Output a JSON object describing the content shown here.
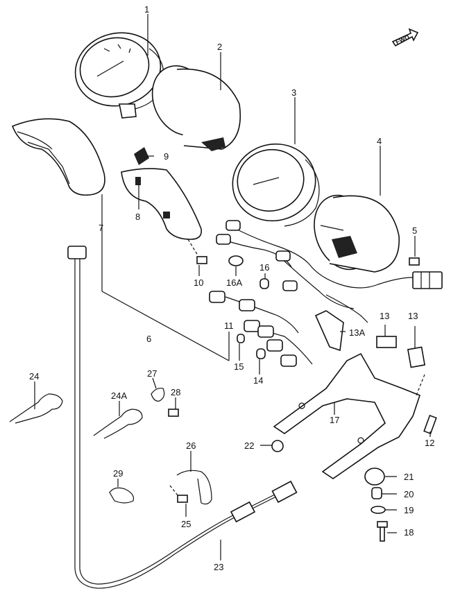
{
  "diagram": {
    "fwd_label": "FWD",
    "callouts": [
      {
        "id": "c1",
        "text": "1"
      },
      {
        "id": "c2",
        "text": "2"
      },
      {
        "id": "c3",
        "text": "3"
      },
      {
        "id": "c4",
        "text": "4"
      },
      {
        "id": "c5",
        "text": "5"
      },
      {
        "id": "c6",
        "text": "6"
      },
      {
        "id": "c7",
        "text": "7"
      },
      {
        "id": "c8",
        "text": "8"
      },
      {
        "id": "c9",
        "text": "9"
      },
      {
        "id": "c10",
        "text": "10"
      },
      {
        "id": "c11",
        "text": "11"
      },
      {
        "id": "c12",
        "text": "12"
      },
      {
        "id": "c13a",
        "text": "13"
      },
      {
        "id": "c13b",
        "text": "13"
      },
      {
        "id": "c13A",
        "text": "13A"
      },
      {
        "id": "c14",
        "text": "14"
      },
      {
        "id": "c15",
        "text": "15"
      },
      {
        "id": "c16",
        "text": "16"
      },
      {
        "id": "c16A",
        "text": "16A"
      },
      {
        "id": "c17",
        "text": "17"
      },
      {
        "id": "c18",
        "text": "18"
      },
      {
        "id": "c19",
        "text": "19"
      },
      {
        "id": "c20",
        "text": "20"
      },
      {
        "id": "c21",
        "text": "21"
      },
      {
        "id": "c22",
        "text": "22"
      },
      {
        "id": "c23",
        "text": "23"
      },
      {
        "id": "c24",
        "text": "24"
      },
      {
        "id": "c24A",
        "text": "24A"
      },
      {
        "id": "c25",
        "text": "25"
      },
      {
        "id": "c26",
        "text": "26"
      },
      {
        "id": "c27",
        "text": "27"
      },
      {
        "id": "c28",
        "text": "28"
      },
      {
        "id": "c29",
        "text": "29"
      }
    ]
  }
}
